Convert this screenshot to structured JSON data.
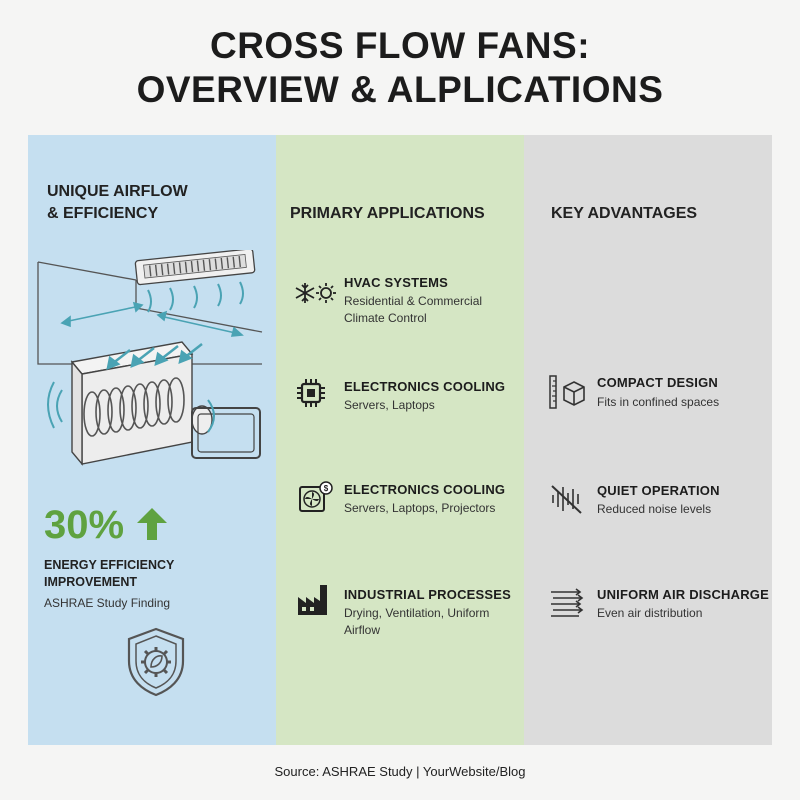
{
  "title_line1": "CROSS FLOW FANS:",
  "title_line2": "OVERVIEW & ALPLICATIONS",
  "colors": {
    "col1_bg": "#c5dff0",
    "col2_bg": "#d5e6c4",
    "col3_bg": "#dcdcdc",
    "stat_green": "#5fa240",
    "airflow_teal": "#4aa3b4"
  },
  "left": {
    "heading_line1": "UNIQUE AIRFLOW",
    "heading_line2": "& EFFICIENCY",
    "illustration_icon": "cross-flow-fan-illustration",
    "stat_value": "30%",
    "stat_icon": "arrow-up-icon",
    "stat_label_line1": "ENERGY EFFICIENCY",
    "stat_label_line2": "IMPROVEMENT",
    "stat_source": "ASHRAE Study Finding",
    "badge_icon": "shield-gear-leaf-icon"
  },
  "applications": {
    "heading": "PRIMARY APPLICATIONS",
    "items": [
      {
        "icon": "snowflake-sun-icon",
        "title": "HVAC SYSTEMS",
        "desc_line1": "Residential & Commercial",
        "desc_line2": "Climate Control"
      },
      {
        "icon": "chip-icon",
        "title": "ELECTRONICS COOLING",
        "desc_line1": "Servers, Laptops",
        "desc_line2": ""
      },
      {
        "icon": "fan-box-icon",
        "title": "ELECTRONICS COOLING",
        "desc_line1": "Servers, Laptops, Projectors",
        "desc_line2": ""
      },
      {
        "icon": "factory-icon",
        "title": "INDUSTRIAL PROCESSES",
        "desc_line1": "Drying, Ventilation, Uniform",
        "desc_line2": "Airflow"
      }
    ]
  },
  "advantages": {
    "heading": "KEY ADVANTAGES",
    "items": [
      {
        "icon": "ruler-cube-icon",
        "title": "COMPACT DESIGN",
        "desc": "Fits in confined spaces"
      },
      {
        "icon": "muted-sound-icon",
        "title": "QUIET OPERATION",
        "desc": "Reduced noise levels"
      },
      {
        "icon": "airflow-lines-icon",
        "title": "UNIFORM AIR DISCHARGE",
        "desc": "Even air distribution"
      }
    ]
  },
  "footer": "Source: ASHRAE Study | YourWebsite/Blog"
}
